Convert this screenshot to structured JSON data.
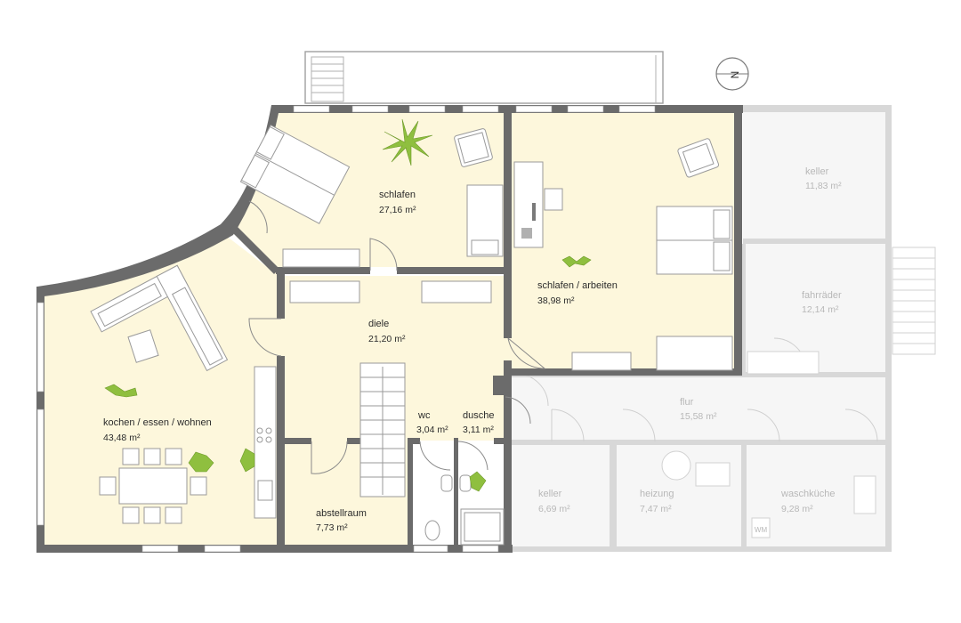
{
  "plan": {
    "compass_label": "N",
    "colors": {
      "room_fill": "#fdf7dc",
      "wall": "#6b6b6b",
      "faded_wall": "#d8d8d8",
      "faded_fill": "#f6f6f6",
      "text": "#2b2b2b",
      "faded_text": "#b8b8b8"
    },
    "rooms": [
      {
        "key": "schlafen",
        "name": "schlafen",
        "area": "27,16 m²"
      },
      {
        "key": "schlafen_arbeiten",
        "name": "schlafen / arbeiten",
        "area": "38,98 m²"
      },
      {
        "key": "diele",
        "name": "diele",
        "area": "21,20 m²"
      },
      {
        "key": "kochen",
        "name": "kochen / essen / wohnen",
        "area": "43,48 m²"
      },
      {
        "key": "wc",
        "name": "wc",
        "area": "3,04 m²"
      },
      {
        "key": "dusche",
        "name": "dusche",
        "area": "3,11 m²"
      },
      {
        "key": "abstellraum",
        "name": "abstellraum",
        "area": "7,73 m²"
      },
      {
        "key": "keller_top",
        "name": "keller",
        "area": "11,83 m²"
      },
      {
        "key": "fahrraeder",
        "name": "fahrräder",
        "area": "12,14 m²"
      },
      {
        "key": "flur",
        "name": "flur",
        "area": "15,58 m²"
      },
      {
        "key": "keller_bottom",
        "name": "keller",
        "area": "6,69 m²"
      },
      {
        "key": "heizung",
        "name": "heizung",
        "area": "7,47 m²"
      },
      {
        "key": "waschkueche",
        "name": "waschküche",
        "area": "9,28 m²"
      }
    ],
    "appliance_label": "WM"
  }
}
